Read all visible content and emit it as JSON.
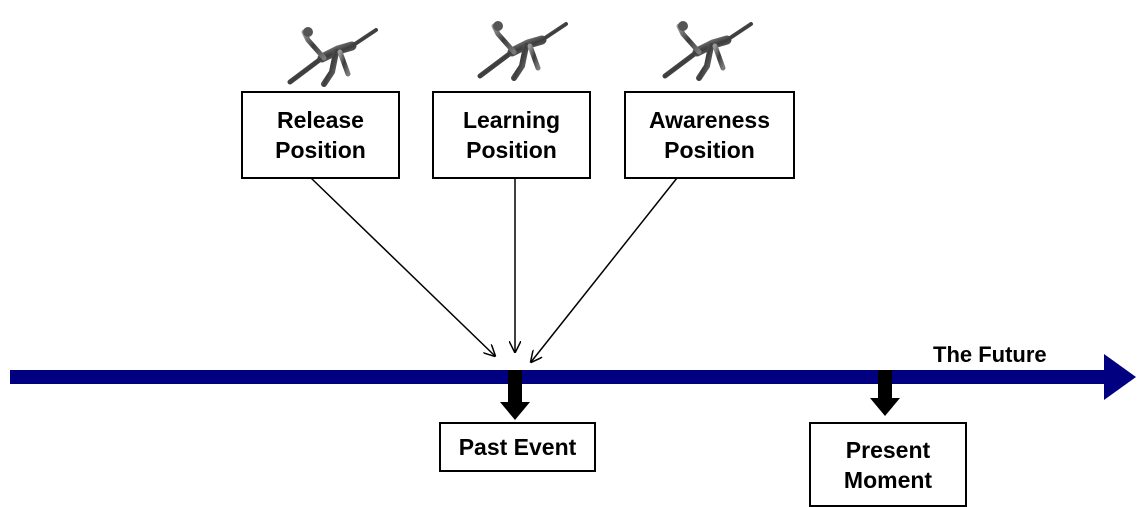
{
  "positions": [
    {
      "label": "Release\nPosition",
      "figure_icon": "flying-kick-figure-icon"
    },
    {
      "label": "Learning\nPosition",
      "figure_icon": "flying-kick-figure-icon"
    },
    {
      "label": "Awareness\nPosition",
      "figure_icon": "flying-kick-figure-icon"
    }
  ],
  "timeline": {
    "future_label": "The Future",
    "past_event_label": "Past Event",
    "present_moment_label": "Present\nMoment",
    "line_color": "#000080",
    "marker_color": "#000000"
  }
}
